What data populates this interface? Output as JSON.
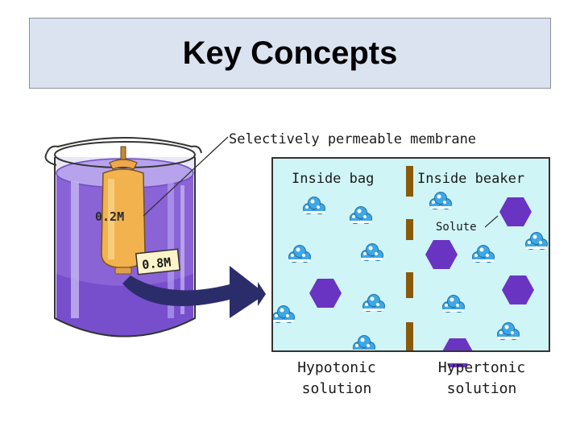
{
  "slide": {
    "title": "Key Concepts"
  },
  "diagram": {
    "membrane_label": "Selectively permeable membrane",
    "bag_concentration": "0.2M",
    "beaker_concentration": "0.8M",
    "inside_bag_label": "Inside bag",
    "inside_beaker_label": "Inside beaker",
    "solute_label": "Solute",
    "left_caption_line1": "Hypotonic",
    "left_caption_line2": "solution",
    "right_caption_line1": "Hypertonic",
    "right_caption_line2": "solution"
  },
  "colors": {
    "title_background": "#dbe3f1",
    "panel_background": "#cff5f7",
    "membrane": "#8a5a0a",
    "solute_hexagon": "#6a34c2",
    "water_molecule": "#3ea8e6",
    "beaker_liquid": "#8a63d6",
    "arrow": "#2b2d6b"
  }
}
